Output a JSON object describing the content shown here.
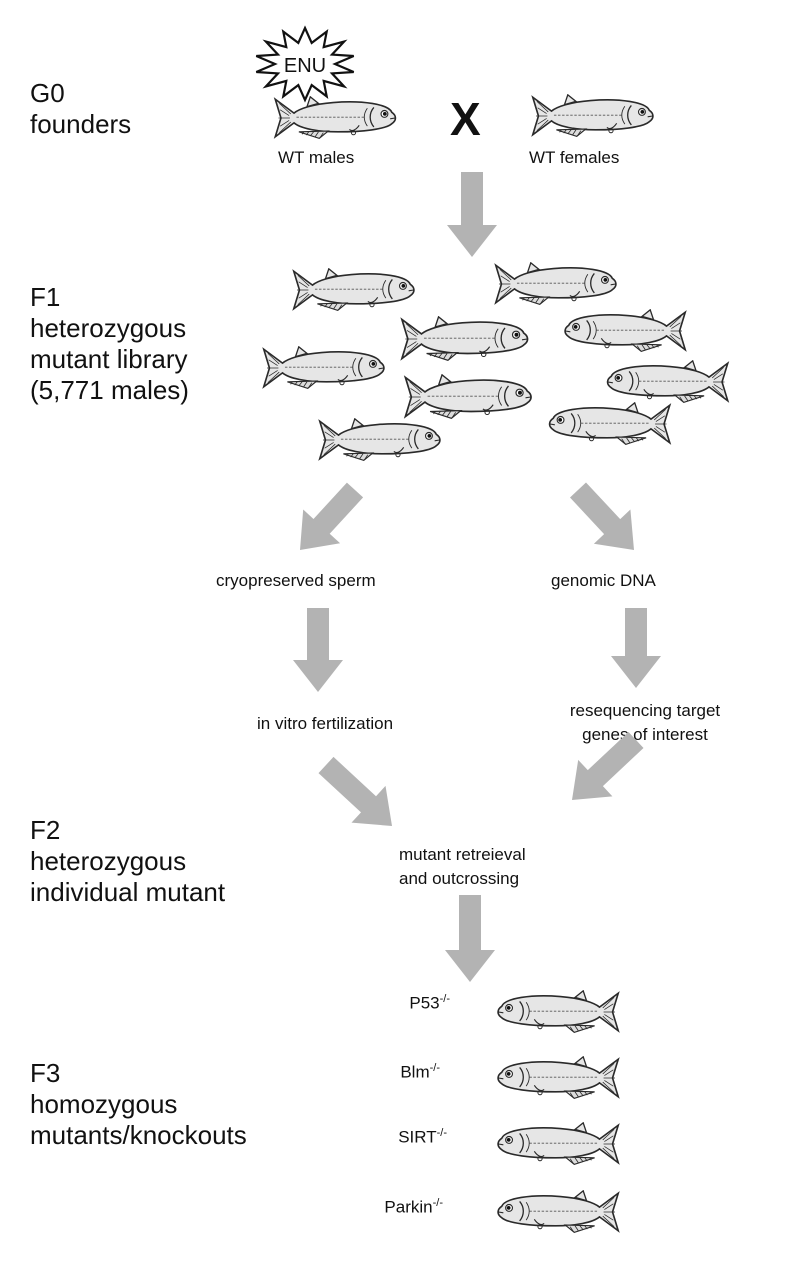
{
  "generations": {
    "g0": {
      "title": "G0",
      "lines": [
        "founders"
      ]
    },
    "f1": {
      "title": "F1",
      "lines": [
        "heterozygous",
        "mutant library",
        "(5,771 males)"
      ]
    },
    "f2": {
      "title": "F2",
      "lines": [
        "heterozygous",
        "individual mutant"
      ]
    },
    "f3": {
      "title": "F3",
      "lines": [
        "homozygous",
        "mutants/knockouts"
      ]
    }
  },
  "g0_cross": {
    "mutagen": "ENU",
    "cross_symbol": "X",
    "male_label": "WT males",
    "female_label": "WT females"
  },
  "pathways": {
    "left": {
      "step1": "cryopreserved sperm",
      "step2": "in vitro fertilization"
    },
    "right": {
      "step1": "genomic DNA",
      "step2_line1": "resequencing target",
      "step2_line2": "genes of interest"
    }
  },
  "f2_step": {
    "line1": "mutant retreieval",
    "line2": "and outcrossing"
  },
  "knockouts": [
    {
      "gene": "P53",
      "genotype": "-/-"
    },
    {
      "gene": "Blm",
      "genotype": "-/-"
    },
    {
      "gene": "SIRT",
      "genotype": "-/-"
    },
    {
      "gene": "Parkin",
      "genotype": "-/-"
    }
  ],
  "colors": {
    "arrow": "#b3b3b3",
    "fish_body": "#e6e6e6",
    "outline": "#2a2a2a"
  }
}
